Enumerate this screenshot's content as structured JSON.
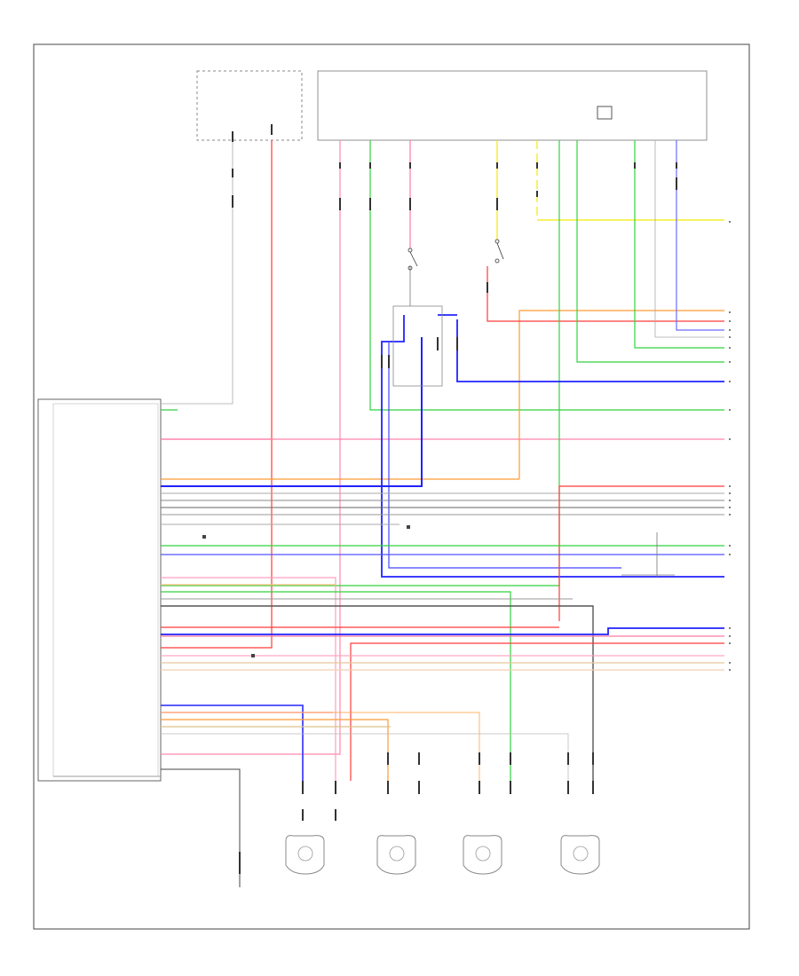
{
  "page": {
    "code": "",
    "footer_note": ""
  },
  "colors": {
    "frame": "#444444",
    "thin": "#999999",
    "red": "#ff2a2a",
    "pink": "#ff77aa",
    "yellow": "#f2ea00",
    "green": "#2ecc40",
    "blue": "#2222ff",
    "orange": "#ff9a33",
    "gray": "#777777",
    "tan": "#d9c28a",
    "violet": "#7777ff",
    "dark": "#333333"
  },
  "labels": {
    "top_left_block": [],
    "fuse_block_left": "",
    "fuse_block_right": "",
    "switch_label": "",
    "module_label": "",
    "ground_label": "",
    "ground_box": "",
    "note_right_1": "",
    "note_right_2": "",
    "wsmod_label": ""
  },
  "module_pins": [],
  "sensors": [
    {
      "name": "left-front-sensor",
      "label": ""
    },
    {
      "name": "right-front-sensor",
      "label": ""
    },
    {
      "name": "left-rear-sensor",
      "label": ""
    },
    {
      "name": "right-rear-sensor",
      "label": ""
    }
  ]
}
